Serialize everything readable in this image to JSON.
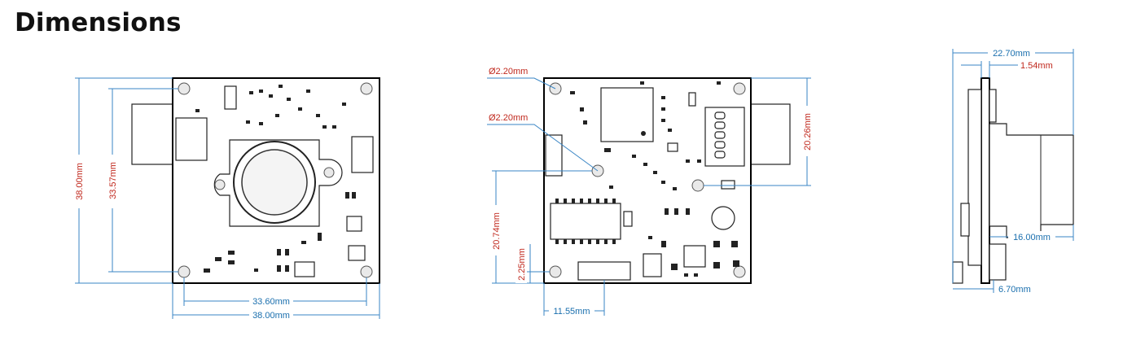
{
  "page": {
    "title": "Dimensions"
  },
  "front_view": {
    "dim_height_outer": "38.00mm",
    "dim_height_holes": "33.57mm",
    "dim_width_holes": "33.60mm",
    "dim_width_outer": "38.00mm"
  },
  "back_view": {
    "hole_diameter_top": "Ø2.20mm",
    "hole_diameter_middle": "Ø2.20mm",
    "dim_right_height": "20.26mm",
    "dim_left_height": "20.74mm",
    "dim_small_height": "2.25mm",
    "dim_connector_offset": "11.55mm"
  },
  "side_view": {
    "dim_total_depth": "22.70mm",
    "dim_board_thickness": "1.54mm",
    "dim_lens_depth": "16.00mm",
    "dim_connector_depth": "6.70mm"
  },
  "colors": {
    "dimension_blue": "#1a6fae",
    "dimension_red": "#c0281d",
    "board_outline": "#000000"
  }
}
